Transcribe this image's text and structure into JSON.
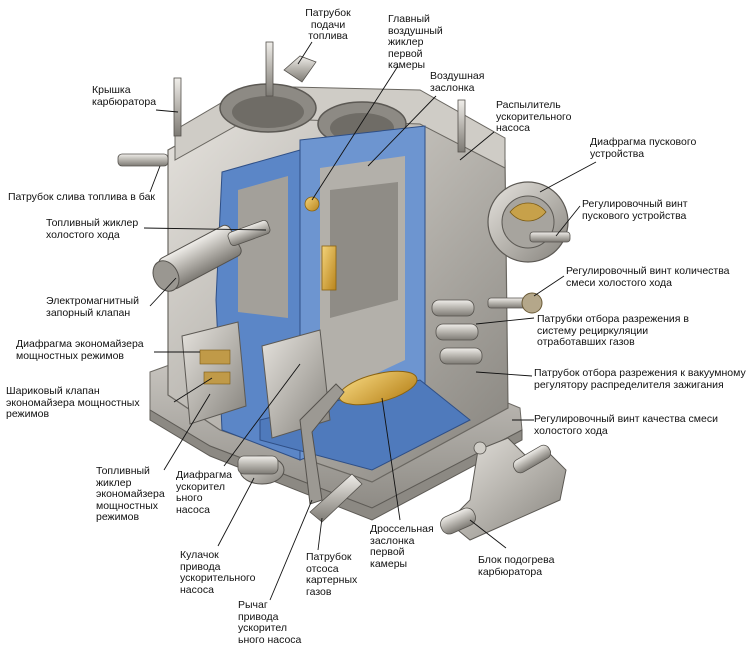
{
  "colors": {
    "metal": "#b9b6b0",
    "metal_dark": "#7d7a74",
    "metal_light": "#e2dfda",
    "cutaway": "#5b86c7",
    "brass": "#d9a730",
    "leader": "#111111"
  },
  "labels": {
    "fuel_inlet": "Патрубок\nподачи\nтоплива",
    "main_air_jet": "Главный\nвоздушный\nжиклер\nпервой\nкамеры",
    "air_damper": "Воздушная\nзаслонка",
    "cover": "Крышка\nкарбюратора",
    "accel_sprayer": "Распылитель\nускорительного\nнасоса",
    "starter_diaphragm": "Диафрагма пускового\nустройства",
    "fuel_drain": "Патрубок слива топлива в бак",
    "starter_screw": "Регулировочный винт\nпускового устройства",
    "idle_jet": "Топливный жиклер\nхолостого хода",
    "idle_qty_screw": "Регулировочный винт количества\nсмеси холостого хода",
    "solenoid_valve": "Электромагнитный\nзапорный клапан",
    "recirc_ports": "Патрубки отбора разрежения в\nсистему рециркуляции\nотработавших газов",
    "econ_diaphragm": "Диафрагма экономайзера\nмощностных режимов",
    "vacuum_port": "Патрубок отбора разрежения к вакуумному\nрегулятору распределителя зажигания",
    "ball_valve": "Шариковый клапан\nэкономайзера мощностных\nрежимов",
    "idle_quality_screw": "Регулировочный винт качества смеси\nхолостого хода",
    "econ_jet": "Топливный\nжиклер\nэкономайзера\nмощностных\nрежимов",
    "accel_diaphragm": "Диафрагма\nускорител\nьного\nнасоса",
    "throttle": "Дроссельная\nзаслонка\nпервой\nкамеры",
    "heater_block": "Блок подогрева\nкарбюратора",
    "accel_cam": "Кулачок\nпривода\nускорительного\nнасоса",
    "crankcase_port": "Патрубок\nотсоса\nкартерных\nгазов",
    "accel_lever": "Рычаг\nпривода\nускорител\nьного насоса"
  }
}
